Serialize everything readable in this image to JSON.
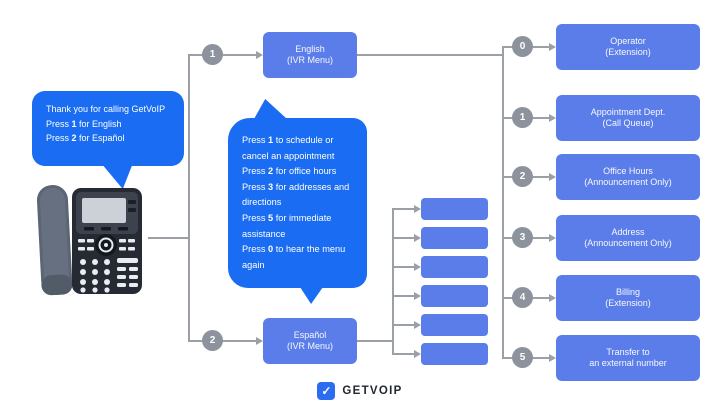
{
  "caller_bubble": {
    "intro": "Thank you for calling GetVoIP",
    "options": [
      {
        "pre": "Press ",
        "key": "1",
        "post": " for English"
      },
      {
        "pre": "Press ",
        "key": "2",
        "post": " for Español"
      }
    ]
  },
  "menu_bubble": {
    "options": [
      {
        "pre": "Press ",
        "key": "1",
        "post": " to schedule or cancel an appointment"
      },
      {
        "pre": "Press ",
        "key": "2",
        "post": " for office hours"
      },
      {
        "pre": "Press ",
        "key": "3",
        "post": " for addresses and directions"
      },
      {
        "pre": "Press ",
        "key": "5",
        "post": " for immediate assistance"
      },
      {
        "pre": "Press ",
        "key": "0",
        "post": " to hear the menu again"
      }
    ]
  },
  "language_nodes": [
    {
      "key": "1",
      "title": "English",
      "subtitle": "(IVR Menu)"
    },
    {
      "key": "2",
      "title": "Español",
      "subtitle": "(IVR Menu)"
    }
  ],
  "destinations": [
    {
      "key": "0",
      "title": "Operator",
      "subtitle": "(Extension)"
    },
    {
      "key": "1",
      "title": "Appointment Dept.",
      "subtitle": "(Call Queue)"
    },
    {
      "key": "2",
      "title": "Office Hours",
      "subtitle": "(Announcement Only)"
    },
    {
      "key": "3",
      "title": "Address",
      "subtitle": "(Announcement Only)"
    },
    {
      "key": "4",
      "title": "Billing",
      "subtitle": "(Extension)"
    },
    {
      "key": "5",
      "title": "Transfer to",
      "subtitle": "an external number"
    }
  ],
  "spanish_submenu": {
    "box_count": 6
  },
  "logo": {
    "check_glyph": "✓",
    "text": "GETVOIP"
  },
  "colors": {
    "bubble_blue": "#1a6cf3",
    "node_blue": "#5b7de9",
    "circle_gray": "#8d939c",
    "line_gray": "#9aa0a5",
    "logo_navy": "#222831"
  }
}
